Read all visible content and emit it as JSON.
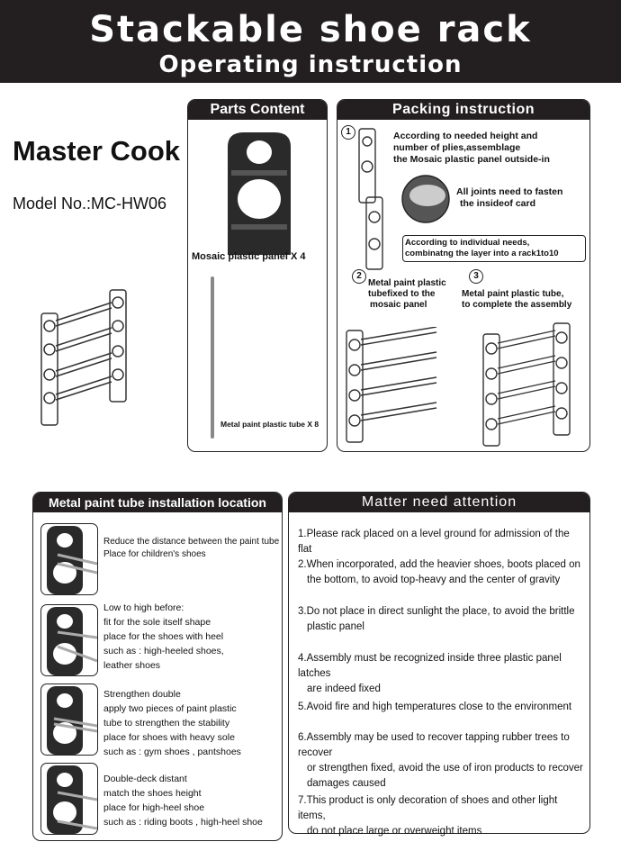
{
  "header": {
    "title": "Stackable shoe rack",
    "subtitle": "Operating instruction"
  },
  "brand": "Master Cook",
  "model": "Model No.:MC-HW06",
  "parts": {
    "title": "Parts Content",
    "panel_label": "Mosaic plastic panel X 4",
    "tube_label": "Metal paint plastic tube X 8"
  },
  "packing": {
    "title": "Packing instruction",
    "step1_num": "1",
    "step1_text": [
      "According to needed height and",
      "number of plies,assemblage",
      "the Mosaic plastic panel outside-in"
    ],
    "joints_text": [
      "All joints need to fasten",
      "the insideof card"
    ],
    "note_text": [
      "According to individual needs,",
      "combinatng the layer into a rack1to10"
    ],
    "step2_num": "2",
    "step2_text": [
      "Metal paint plastic",
      "tubefixed to the",
      "mosaic panel"
    ],
    "step3_num": "3",
    "step3_text": [
      "Metal paint plastic tube,",
      "to complete the assembly"
    ]
  },
  "tube_install": {
    "title": "Metal paint tube installation location",
    "items": [
      {
        "lines": [
          "Reduce the distance between the paint tube",
          "Place for children's shoes"
        ]
      },
      {
        "lines": [
          "Low to high before:",
          "fit for the sole itself shape",
          "place for the shoes with heel",
          "such as : high-heeled shoes,",
          " leather shoes"
        ]
      },
      {
        "lines": [
          "Strengthen double",
          "apply two pieces of paint plastic",
          " tube to strengthen the stability",
          "place for shoes with heavy sole",
          "such as : gym shoes , pantshoes"
        ]
      },
      {
        "lines": [
          "Double-deck distant",
          "match the shoes height",
          "place for high-heel shoe",
          "such as : riding boots , high-heel shoe"
        ]
      }
    ]
  },
  "attention": {
    "title": "Matter need attention",
    "items": [
      {
        "lines": [
          "1.Please rack placed on a level ground for admission of the flat"
        ]
      },
      {
        "lines": [
          "2.When incorporated, add the heavier shoes, boots placed on",
          "the bottom, to avoid top-heavy and the center of gravity"
        ]
      },
      {
        "lines": [
          "3.Do not place in direct sunlight the place, to avoid the brittle",
          "plastic panel"
        ]
      },
      {
        "lines": [
          "4.Assembly must be recognized inside three plastic panel latches",
          "are indeed fixed"
        ]
      },
      {
        "lines": [
          "5.Avoid fire and high temperatures close to the environment"
        ]
      },
      {
        "lines": [
          "6.Assembly may be used to recover tapping rubber trees to recover",
          "or strengthen fixed, avoid the use of iron products to recover",
          "damages caused"
        ]
      },
      {
        "lines": [
          "7.This product is only decoration of shoes and other light items,",
          "do not place large or overweight items"
        ]
      }
    ]
  }
}
